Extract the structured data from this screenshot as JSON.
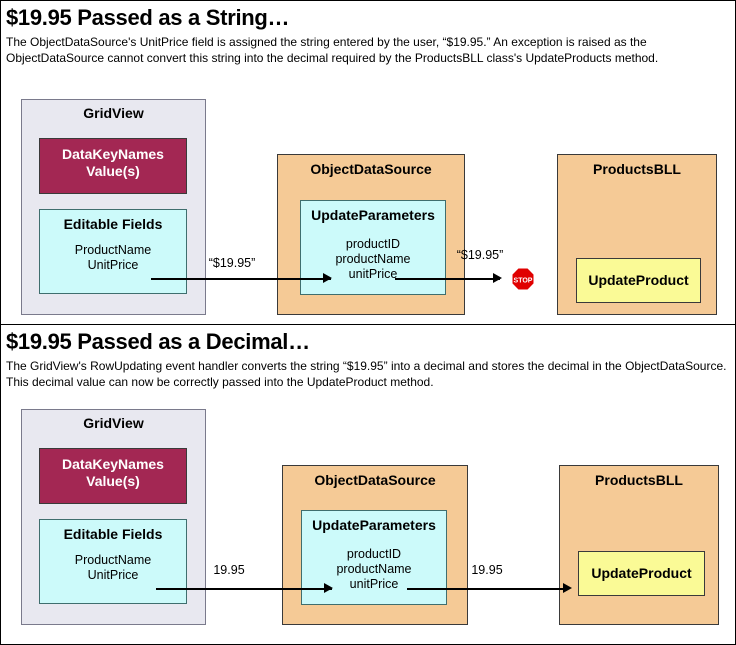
{
  "sections": [
    {
      "id": "string",
      "title": "$19.95 Passed as a String…",
      "description": "The ObjectDataSource's UnitPrice field is assigned the string entered by the user, “$19.95.” An exception is raised as the ObjectDataSource cannot convert this string into the decimal required by the ProductsBLL class's UpdateProducts method.",
      "gridview": {
        "title": "GridView",
        "datakeynames": {
          "line1": "DataKeyNames",
          "line2": "Value(s)"
        },
        "editable": {
          "title": "Editable Fields",
          "fields": [
            "ProductName",
            "UnitPrice"
          ]
        }
      },
      "objectdatasource": {
        "title": "ObjectDataSource",
        "updateparameters": {
          "title": "UpdateParameters",
          "fields": [
            "productID",
            "productName",
            "unitPrice"
          ]
        }
      },
      "productsbll": {
        "title": "ProductsBLL",
        "method": "UpdateProduct"
      },
      "arrow1_label": "“$19.95”",
      "arrow2_label": "“$19.95”",
      "blocked": true,
      "stop_text": "STOP"
    },
    {
      "id": "decimal",
      "title": "$19.95 Passed as a Decimal…",
      "description": "The GridView's RowUpdating event handler converts the string “$19.95” into a decimal and stores the decimal in the ObjectDataSource. This decimal value can now be correctly passed into the UpdateProduct method.",
      "gridview": {
        "title": "GridView",
        "datakeynames": {
          "line1": "DataKeyNames",
          "line2": "Value(s)"
        },
        "editable": {
          "title": "Editable Fields",
          "fields": [
            "ProductName",
            "UnitPrice"
          ]
        }
      },
      "objectdatasource": {
        "title": "ObjectDataSource",
        "updateparameters": {
          "title": "UpdateParameters",
          "fields": [
            "productID",
            "productName",
            "unitPrice"
          ]
        }
      },
      "productsbll": {
        "title": "ProductsBLL",
        "method": "UpdateProduct"
      },
      "arrow1_label": "19.95",
      "arrow2_label": "19.95",
      "blocked": false,
      "stop_text": ""
    }
  ],
  "colors": {
    "gridview_bg": "#e8e8f0",
    "datakey_bg": "#a32753",
    "cyan_bg": "#ccfafa",
    "orange_bg": "#f5ca96",
    "yellow_bg": "#fafa96",
    "stop_red": "#e00000",
    "line": "#000000"
  }
}
